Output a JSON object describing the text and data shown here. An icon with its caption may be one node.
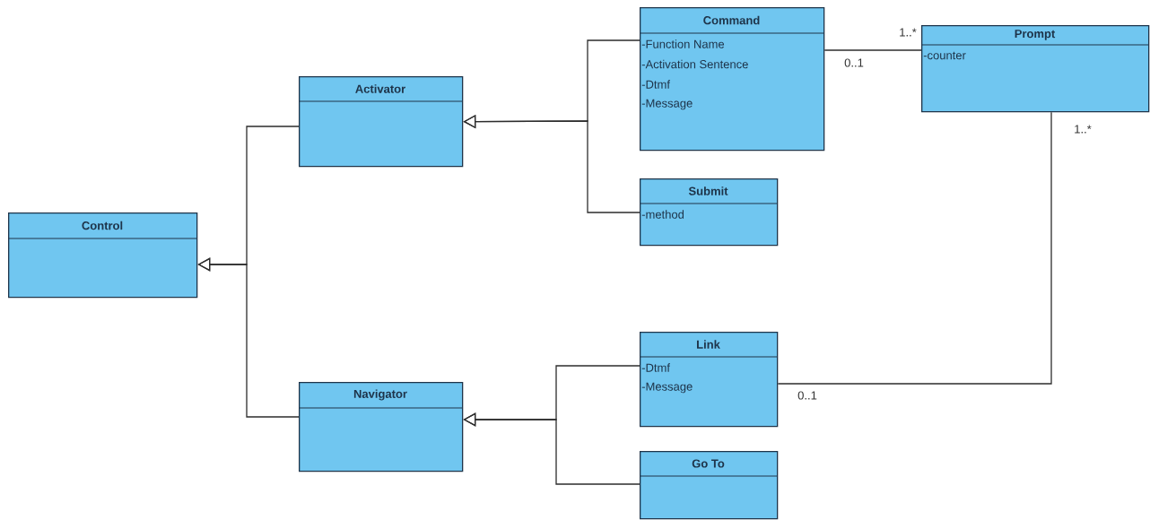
{
  "diagram": {
    "nodes": [
      {
        "text": [
          "Command",
          "-Function Name",
          "-Activation Sentence",
          "-Dtmf",
          "-Message"
        ]
      },
      {
        "text": [
          "Prompt",
          "-counter"
        ]
      },
      {
        "text": [
          "Activator"
        ]
      },
      {
        "text": [
          "Submit",
          "-method"
        ]
      },
      {
        "text": [
          "Control"
        ]
      },
      {
        "text": [
          "Link",
          "-Dtmf",
          "-Message"
        ]
      },
      {
        "text": [
          "Navigator"
        ]
      },
      {
        "text": [
          "Go To"
        ]
      }
    ],
    "edges": [
      {
        "from": 0,
        "to": 2,
        "arrow": "to"
      },
      {
        "from": 3,
        "to": 2,
        "arrow": "to"
      },
      {
        "from": 2,
        "to": 4,
        "arrow": "to"
      },
      {
        "from": 6,
        "to": 4,
        "arrow": "to"
      },
      {
        "from": 5,
        "to": 6,
        "arrow": "to"
      },
      {
        "from": 7,
        "to": 6,
        "arrow": "to"
      },
      {
        "from": 0,
        "to": 1,
        "arrow": "none"
      },
      {
        "from": 5,
        "to": 1,
        "arrow": "none"
      }
    ],
    "labels": [
      "1..*",
      "0..1",
      "1..*",
      "0..1"
    ]
  }
}
